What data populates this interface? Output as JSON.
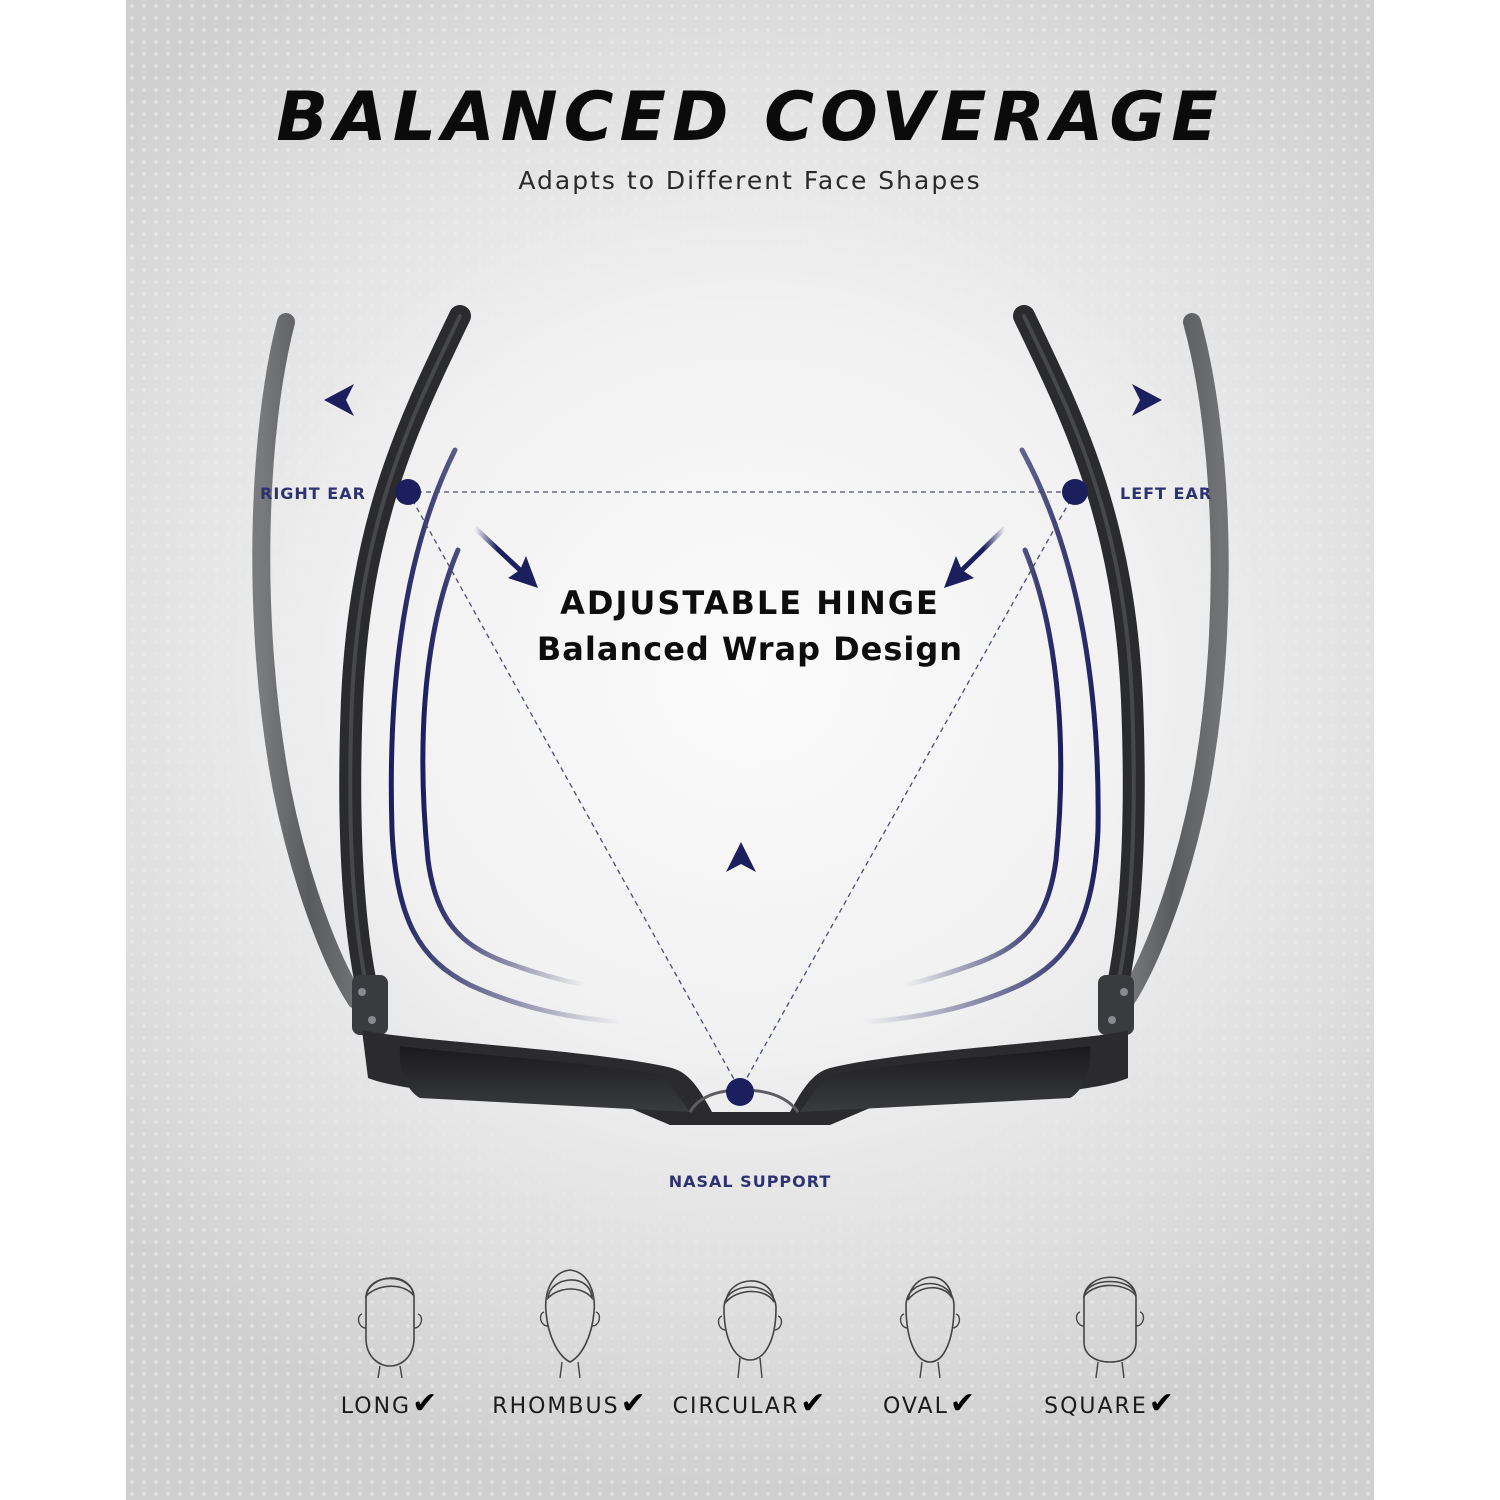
{
  "heading": {
    "title": "BALANCED COVERAGE",
    "subtitle": "Adapts to Different Face Shapes"
  },
  "diagram": {
    "right_ear_label": "RIGHT EAR",
    "left_ear_label": "LEFT EAR",
    "feature_title": "ADJUSTABLE HINGE",
    "feature_subtitle": "Balanced Wrap Design",
    "nasal_label": "NASAL SUPPORT",
    "accent_color": "#1c1f5e",
    "frame_color": "#2b2b2d"
  },
  "face_shapes": [
    {
      "label": "LONG",
      "check": "✔",
      "icon": "long-face-icon"
    },
    {
      "label": "RHOMBUS",
      "check": "✔",
      "icon": "rhombus-face-icon"
    },
    {
      "label": "CIRCULAR",
      "check": "✔",
      "icon": "circular-face-icon"
    },
    {
      "label": "OVAL",
      "check": "✔",
      "icon": "oval-face-icon"
    },
    {
      "label": "SQUARE",
      "check": "✔",
      "icon": "square-face-icon"
    }
  ]
}
